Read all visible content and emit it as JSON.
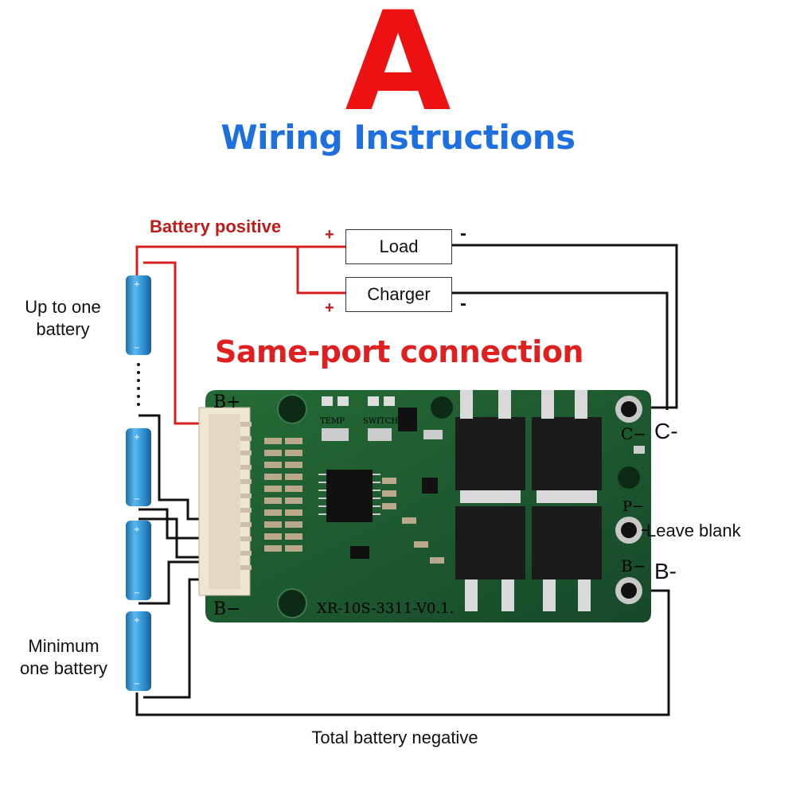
{
  "header": {
    "letter": "A",
    "subtitle": "Wiring Instructions"
  },
  "headline": "Same-port connection",
  "labels": {
    "battery_positive": "Battery positive",
    "up_to_one_battery": [
      "Up to one",
      "battery"
    ],
    "minimum_one_battery": [
      "Minimum",
      "one battery"
    ],
    "total_battery_negative": "Total battery negative",
    "leave_blank": "Leave blank",
    "c_minus": "C-",
    "b_minus": "B-"
  },
  "boxes": {
    "load": {
      "label": "Load",
      "plus": "+",
      "minus": "-"
    },
    "charger": {
      "label": "Charger",
      "plus": "+",
      "minus": "-"
    }
  },
  "pcb": {
    "model": "XR-10S-3311-V0.1.",
    "silk_b_plus": "B+",
    "silk_b_minus": "B−",
    "silk_c_minus": "C−",
    "silk_p_minus": "P−",
    "silk_b_minus_right": "B−",
    "silk_temp": "TEMP",
    "silk_switch": "SWITCH",
    "board_color": "#1d5a2c"
  },
  "colors": {
    "wire_red": "#d42020",
    "wire_black": "#111111",
    "battery_blue": "#2f8fd0",
    "title_red": "#ee1111",
    "subtitle_blue": "#1e6fe0"
  }
}
